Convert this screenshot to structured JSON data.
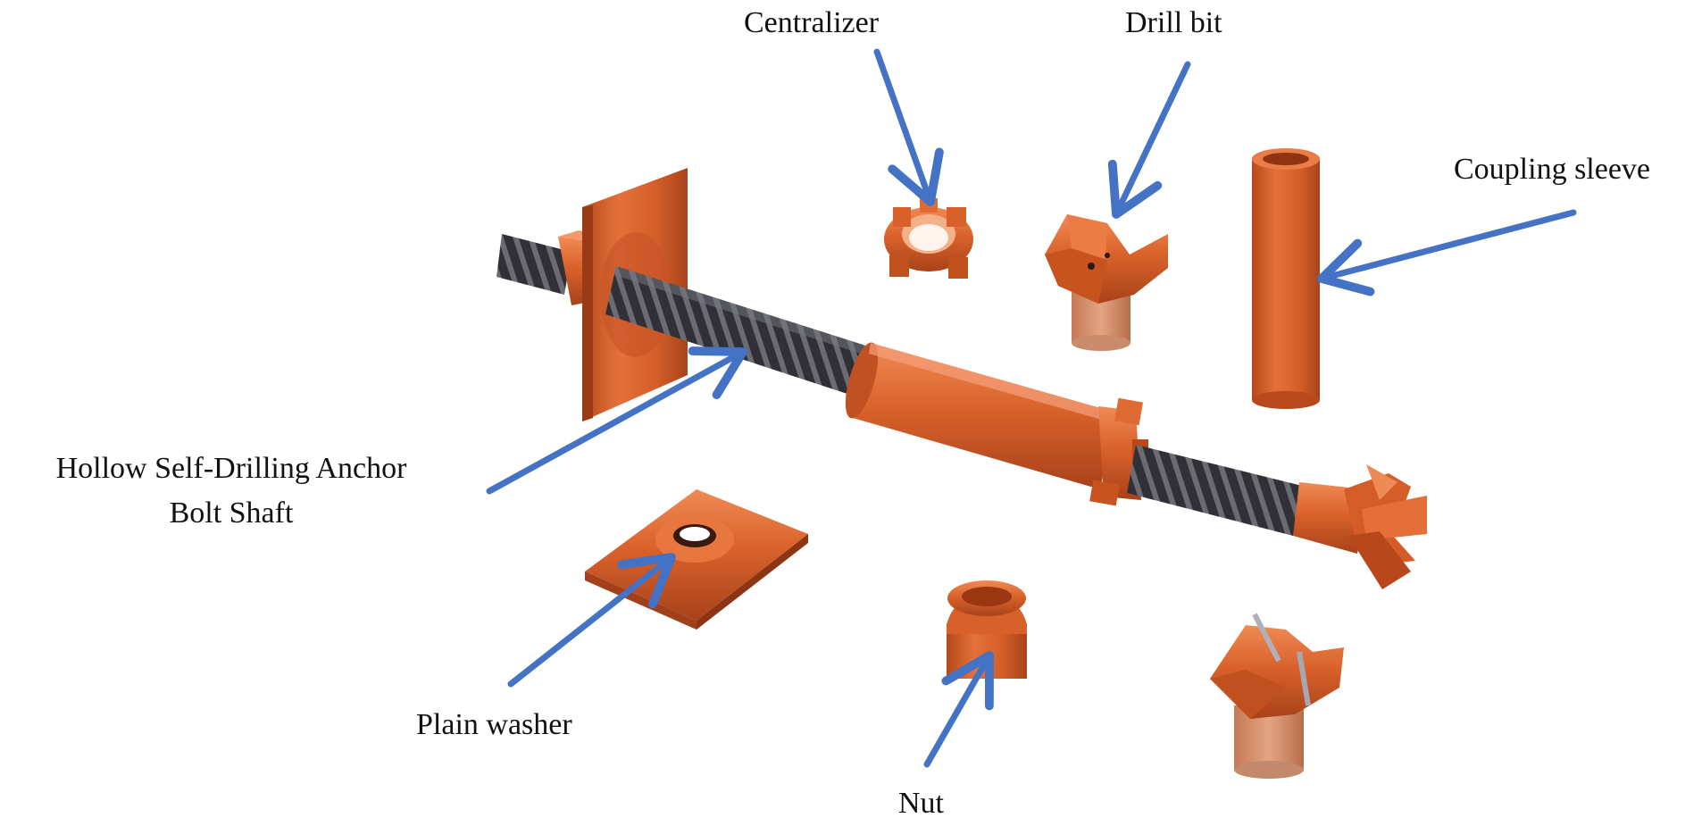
{
  "labels": {
    "centralizer": "Centralizer",
    "drill_bit": "Drill bit",
    "coupling_sleeve": "Coupling sleeve",
    "shaft_line1": "Hollow Self-Drilling Anchor",
    "shaft_line2": "Bolt Shaft",
    "plain_washer": "Plain washer",
    "nut": "Nut"
  },
  "colors": {
    "arrow": "#4472c4",
    "part_orange": "#d9622b",
    "part_orange_dark": "#b94a1c",
    "part_orange_light": "#ef8652",
    "thread_dark": "#2e2e33",
    "thread_light": "#5a5a62",
    "label_text": "#111111",
    "background": "#ffffff"
  },
  "icons": {
    "arrow": "arrow-icon"
  }
}
